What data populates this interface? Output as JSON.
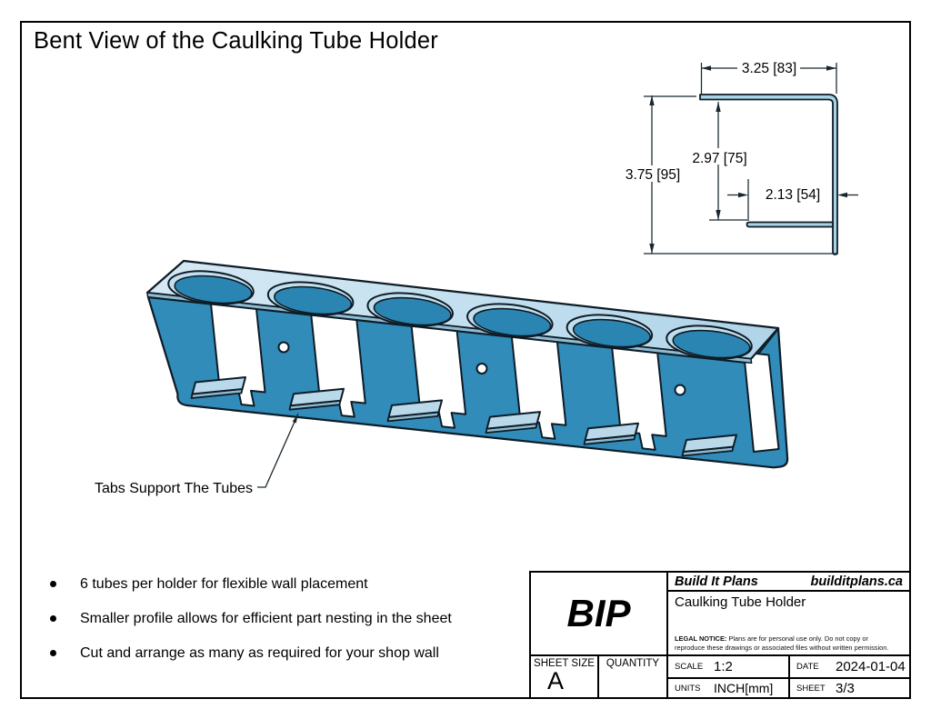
{
  "title": "Bent View of the Caulking Tube Holder",
  "annotation": {
    "label": "Tabs Support The Tubes"
  },
  "dimension_view": {
    "flange_width": "3.25 [83]",
    "overall_height": "3.75 [95]",
    "inner_height": "2.97 [75]",
    "tab_depth": "2.13 [54]"
  },
  "notes": [
    "6 tubes per holder for flexible wall placement",
    "Smaller profile allows for efficient part nesting in the sheet",
    "Cut and arrange as many as required for your shop wall"
  ],
  "view": {
    "tube_count": 6,
    "window_count": 5,
    "mount_hole_count": 3
  },
  "colors": {
    "face": "#318CBA",
    "plate_light": "#D6E9F4",
    "plate_mid": "#C2DFEF",
    "plate_dark": "#AFD3E7",
    "hole_rim": "#C2DFEE",
    "hole_interior": "#2B85B3",
    "tab_top": "#B9D9EA",
    "tab_edge": "#8FB9D1",
    "edge_band": "#8FBCD4",
    "profile_fill": "#A8D2E5",
    "outline": "#0E1C26"
  },
  "title_block": {
    "logo": "BIP",
    "company": "Build It Plans",
    "website": "builditplans.ca",
    "part_name": "Caulking Tube Holder",
    "legal_notice_label": "LEGAL NOTICE:",
    "legal_notice_line1": " Plans are for personal use only. Do not copy or",
    "legal_notice_line2": "reproduce these drawings or associated files without written permission.",
    "sheet_size_label": "SHEET SIZE",
    "sheet_size_value": "A",
    "quantity_label": "QUANTITY",
    "quantity_value": "",
    "scale_label": "SCALE",
    "scale_value": "1:2",
    "date_label": "DATE",
    "date_value": "2024-01-04",
    "units_label": "UNITS",
    "units_value": "INCH[mm]",
    "sheet_label": "SHEET",
    "sheet_value": "3/3"
  }
}
